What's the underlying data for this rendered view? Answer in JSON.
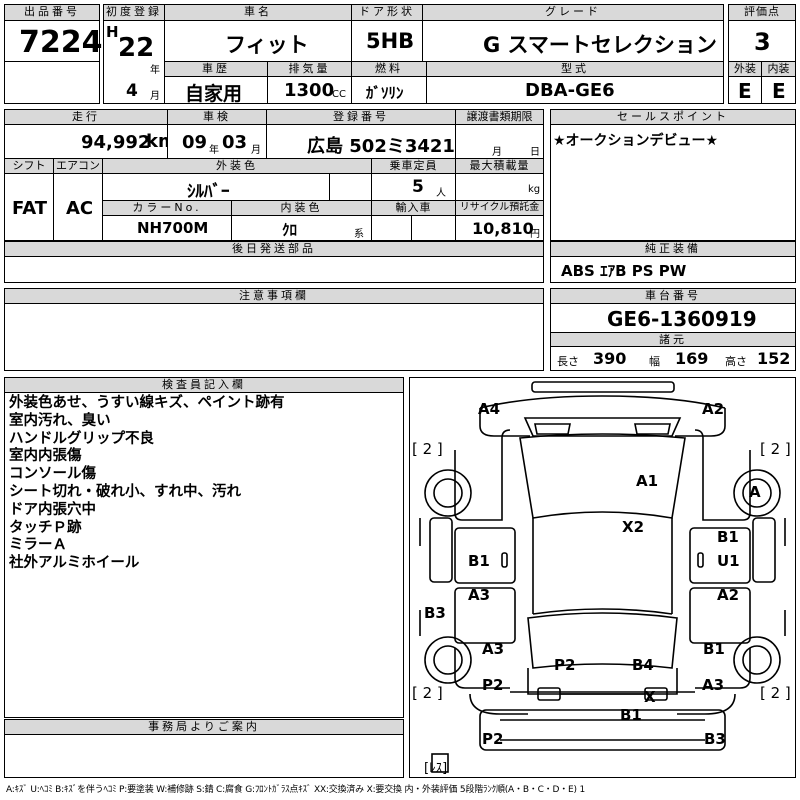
{
  "header": {
    "lot_no": {
      "label": "出品番号",
      "value": "7224"
    },
    "first_reg": {
      "label": "初度登録",
      "era": "H",
      "year": "22",
      "year_unit": "年",
      "month": "4",
      "month_unit": "月"
    },
    "car_name": {
      "label": "車名",
      "value": "フィット"
    },
    "door_type": {
      "label": "ドア形状",
      "value": "5HB"
    },
    "grade": {
      "label": "グレード",
      "value": "G スマートセレクション"
    },
    "score": {
      "label": "評価点",
      "value": "3"
    },
    "history": {
      "label": "車歴",
      "value": "自家用"
    },
    "displacement": {
      "label": "排気量",
      "value": "1300",
      "unit": "CC"
    },
    "fuel": {
      "label": "燃料",
      "value": "ｶﾞｿﾘﾝ"
    },
    "model_code": {
      "label": "型式",
      "value": "DBA-GE6"
    },
    "exterior": {
      "label": "外装",
      "value": "E"
    },
    "interior": {
      "label": "内装",
      "value": "E"
    }
  },
  "row2": {
    "mileage": {
      "label": "走行",
      "value": "94,992",
      "unit": "km"
    },
    "inspection": {
      "label": "車検",
      "year": "09",
      "year_unit": "年",
      "month": "03",
      "month_unit": "月"
    },
    "plate": {
      "label": "登録番号",
      "value": "広島 502ミ3421"
    },
    "transfer_deadline": {
      "label": "譲渡書類期限",
      "month_unit": "月",
      "day_unit": "日"
    },
    "shift": {
      "label": "シフト",
      "value": "FAT"
    },
    "aircon": {
      "label": "エアコン",
      "value": "AC"
    },
    "ext_color": {
      "label": "外装色",
      "value": "ｼﾙﾊﾞｰ"
    },
    "capacity": {
      "label": "乗車定員",
      "value": "5",
      "unit": "人"
    },
    "max_load": {
      "label": "最大積載量",
      "unit": "kg"
    },
    "color_no": {
      "label": "カラーNo.",
      "value": "NH700M"
    },
    "int_color": {
      "label": "内装色",
      "value": "ｸﾛ",
      "suffix": "系"
    },
    "import": {
      "label": "輸入車"
    },
    "recycle": {
      "label": "リサイクル預託金",
      "value": "10,810",
      "unit": "円"
    }
  },
  "sales_point": {
    "label": "セールスポイント",
    "value": "★オークションデビュー★"
  },
  "later_parts": {
    "label": "後日発送部品"
  },
  "equipment": {
    "label": "純正装備",
    "value": "ABS ｴｱB PS PW"
  },
  "notes": {
    "label": "注意事項欄"
  },
  "chassis": {
    "label": "車台番号",
    "value": "GE6-1360919"
  },
  "specs": {
    "label": "諸元",
    "length_label": "長さ",
    "length": "390",
    "width_label": "幅",
    "width": "169",
    "height_label": "高さ",
    "height": "152"
  },
  "inspector": {
    "label": "検査員記入欄",
    "lines": [
      "外装色あせ、うすい線キズ、ペイント跡有",
      "室内汚れ、臭い",
      "ハンドルグリップ不良",
      "室内内張傷",
      "コンソール傷",
      "シート切れ・破れ小、すれ中、汚れ",
      "ドア内張穴中",
      "タッチＰ跡",
      "ミラーＡ",
      "社外アルミホイール"
    ]
  },
  "office": {
    "label": "事務局よりご案内"
  },
  "diagram": {
    "marks": {
      "a4": "A4",
      "a2_tr": "A2",
      "a1": "A1",
      "x2": "X2",
      "b1_l": "B1",
      "b1_r": "B1",
      "u1": "U1",
      "a3_l": "A3",
      "a2_r": "A2",
      "b3_l": "B3",
      "a3_l2": "A3",
      "b1_r2": "B1",
      "p2_c": "P2",
      "b4": "B4",
      "p2_l": "P2",
      "a3_r": "A3",
      "x": "X",
      "b1_b": "B1",
      "p2_b": "P2",
      "b3_b": "B3",
      "wheel_a": "A"
    },
    "tire_tl": "[ 2 ]",
    "tire_tr": "[ 2 ]",
    "tire_bl": "[ 2 ]",
    "tire_br": "[ 2 ]",
    "spare": "[ﾚｽ]"
  },
  "legend": "A:ｷｽﾞ U:ﾍｺﾐ B:ｷｽﾞを伴うﾍｺﾐ P:要塗装 W:補修跡 S:錆 C:腐食 G:ﾌﾛﾝﾄｶﾞﾗｽ点ｷｽﾞ XX:交換済み X:要交換 内・外装評価 5段階ﾗﾝｸ順(A・B・C・D・E) 1"
}
